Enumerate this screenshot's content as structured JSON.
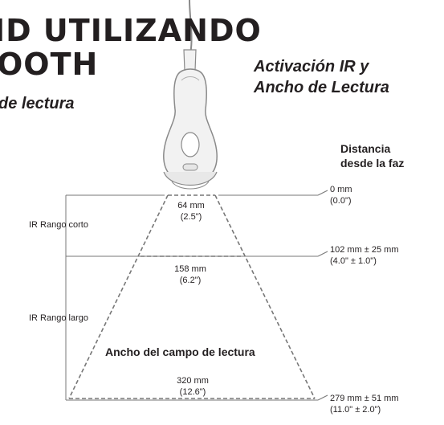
{
  "header": {
    "title_line1": "ID UTILIZANDO",
    "title_line2": "OOTH",
    "subtitle": "de lectura"
  },
  "figure": {
    "title_line1": "Activación IR y",
    "title_line2": "Ancho de Lectura",
    "distance_header_line1": "Distancia",
    "distance_header_line2": "desde la faz",
    "ranges": {
      "short": "IR Rango corto",
      "long": "IR Rango largo"
    },
    "widths": [
      {
        "mm": "64 mm",
        "in": "(2.5\")"
      },
      {
        "mm": "158 mm",
        "in": "(6.2\")"
      },
      {
        "mm": "320 mm",
        "in": "(12.6\")"
      }
    ],
    "distances": [
      {
        "mm": "0 mm",
        "in": "(0.0\")"
      },
      {
        "mm": "102 mm ± 25 mm",
        "in": "(4.0\" ± 1.0\")"
      },
      {
        "mm": "279 mm ± 51 mm",
        "in": "(11.0\" ± 2.0\")"
      }
    ],
    "field_label": "Ancho del campo de lectura",
    "colors": {
      "line": "#777777",
      "device_fill": "#f2f2f2",
      "device_stroke": "#8a8a8a",
      "text": "#231f20"
    }
  }
}
